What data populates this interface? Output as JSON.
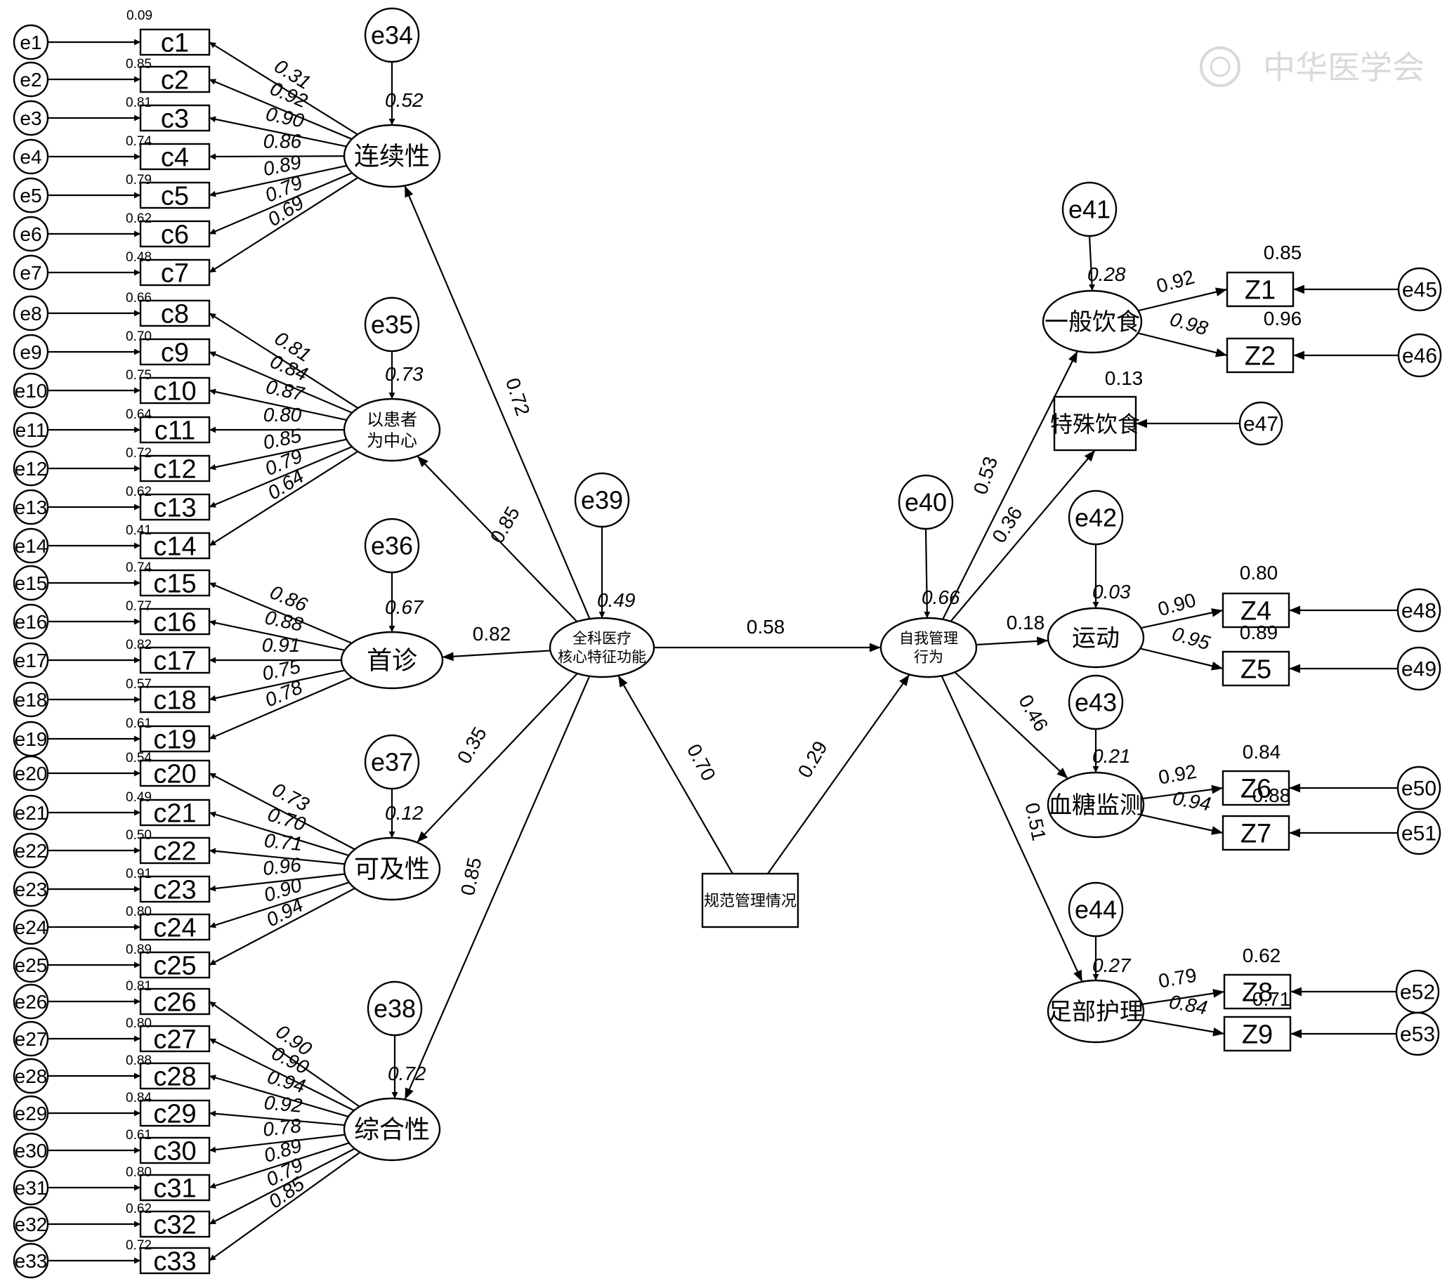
{
  "watermark": "中华医学会",
  "central": {
    "core": {
      "line1": "全科医疗",
      "line2": "核心特征功能",
      "r2": "0.49",
      "error": "e39"
    },
    "self": {
      "line1": "自我管理",
      "line2": "行为",
      "r2": "0.66",
      "error": "e40"
    },
    "mgmt": "规范管理情况"
  },
  "structural_paths": {
    "core_to_self": "0.58",
    "mgmt_to_core": "0.70",
    "mgmt_to_self": "0.29"
  },
  "left_factors": [
    {
      "line1": "连续性",
      "line2": "",
      "error": "e34",
      "r2": "0.52",
      "path": "0.72",
      "items": [
        {
          "name": "c1",
          "err": "e1",
          "loading": "0.31",
          "r2": "0.09"
        },
        {
          "name": "c2",
          "err": "e2",
          "loading": "0.92",
          "r2": "0.85"
        },
        {
          "name": "c3",
          "err": "e3",
          "loading": "0.90",
          "r2": "0.81"
        },
        {
          "name": "c4",
          "err": "e4",
          "loading": "0.86",
          "r2": "0.74"
        },
        {
          "name": "c5",
          "err": "e5",
          "loading": "0.89",
          "r2": "0.79"
        },
        {
          "name": "c6",
          "err": "e6",
          "loading": "0.79",
          "r2": "0.62"
        },
        {
          "name": "c7",
          "err": "e7",
          "loading": "0.69",
          "r2": "0.48"
        }
      ]
    },
    {
      "line1": "以患者",
      "line2": "为中心",
      "error": "e35",
      "r2": "0.73",
      "path": "0.85",
      "items": [
        {
          "name": "c8",
          "err": "e8",
          "loading": "0.81",
          "r2": "0.66"
        },
        {
          "name": "c9",
          "err": "e9",
          "loading": "0.84",
          "r2": "0.70"
        },
        {
          "name": "c10",
          "err": "e10",
          "loading": "0.87",
          "r2": "0.75"
        },
        {
          "name": "c11",
          "err": "e11",
          "loading": "0.80",
          "r2": "0.64"
        },
        {
          "name": "c12",
          "err": "e12",
          "loading": "0.85",
          "r2": "0.72"
        },
        {
          "name": "c13",
          "err": "e13",
          "loading": "0.79",
          "r2": "0.62"
        },
        {
          "name": "c14",
          "err": "e14",
          "loading": "0.64",
          "r2": "0.41"
        }
      ]
    },
    {
      "line1": "首诊",
      "line2": "",
      "error": "e36",
      "r2": "0.67",
      "path": "0.82",
      "items": [
        {
          "name": "c15",
          "err": "e15",
          "loading": "0.86",
          "r2": "0.74"
        },
        {
          "name": "c16",
          "err": "e16",
          "loading": "0.88",
          "r2": "0.77"
        },
        {
          "name": "c17",
          "err": "e17",
          "loading": "0.91",
          "r2": "0.82"
        },
        {
          "name": "c18",
          "err": "e18",
          "loading": "0.75",
          "r2": "0.57"
        },
        {
          "name": "c19",
          "err": "e19",
          "loading": "0.78",
          "r2": "0.61"
        }
      ]
    },
    {
      "line1": "可及性",
      "line2": "",
      "error": "e37",
      "r2": "0.12",
      "path": "0.35",
      "items": [
        {
          "name": "c20",
          "err": "e20",
          "loading": "0.73",
          "r2": "0.54"
        },
        {
          "name": "c21",
          "err": "e21",
          "loading": "0.70",
          "r2": "0.49"
        },
        {
          "name": "c22",
          "err": "e22",
          "loading": "0.71",
          "r2": "0.50"
        },
        {
          "name": "c23",
          "err": "e23",
          "loading": "0.96",
          "r2": "0.91"
        },
        {
          "name": "c24",
          "err": "e24",
          "loading": "0.90",
          "r2": "0.80"
        },
        {
          "name": "c25",
          "err": "e25",
          "loading": "0.94",
          "r2": "0.89"
        }
      ]
    },
    {
      "line1": "综合性",
      "line2": "",
      "error": "e38",
      "r2": "0.72",
      "path": "0.85",
      "items": [
        {
          "name": "c26",
          "err": "e26",
          "loading": "0.90",
          "r2": "0.81"
        },
        {
          "name": "c27",
          "err": "e27",
          "loading": "0.90",
          "r2": "0.80"
        },
        {
          "name": "c28",
          "err": "e28",
          "loading": "0.94",
          "r2": "0.88"
        },
        {
          "name": "c29",
          "err": "e29",
          "loading": "0.92",
          "r2": "0.84"
        },
        {
          "name": "c30",
          "err": "e30",
          "loading": "0.78",
          "r2": "0.61"
        },
        {
          "name": "c31",
          "err": "e31",
          "loading": "0.89",
          "r2": "0.80"
        },
        {
          "name": "c32",
          "err": "e32",
          "loading": "0.79",
          "r2": "0.62"
        },
        {
          "name": "c33",
          "err": "e33",
          "loading": "0.85",
          "r2": "0.72"
        }
      ]
    }
  ],
  "right_factors": [
    {
      "label": "一般饮食",
      "error": "e41",
      "r2": "0.28",
      "path": "0.53",
      "items": [
        {
          "name": "Z1",
          "err": "e45",
          "loading": "0.92",
          "r2": "0.85"
        },
        {
          "name": "Z2",
          "err": "e46",
          "loading": "0.98",
          "r2": "0.96"
        }
      ]
    },
    {
      "label": "运动",
      "error": "e42",
      "r2": "0.03",
      "path": "0.18",
      "items": [
        {
          "name": "Z4",
          "err": "e48",
          "loading": "0.90",
          "r2": "0.80"
        },
        {
          "name": "Z5",
          "err": "e49",
          "loading": "0.95",
          "r2": "0.89"
        }
      ]
    },
    {
      "label": "血糖监测",
      "error": "e43",
      "r2": "0.21",
      "path": "0.46",
      "items": [
        {
          "name": "Z6",
          "err": "e50",
          "loading": "0.92",
          "r2": "0.84"
        },
        {
          "name": "Z7",
          "err": "e51",
          "loading": "0.94",
          "r2": "0.88"
        }
      ]
    },
    {
      "label": "足部护理",
      "error": "e44",
      "r2": "0.27",
      "path": "0.51",
      "items": [
        {
          "name": "Z8",
          "err": "e52",
          "loading": "0.79",
          "r2": "0.62"
        },
        {
          "name": "Z9",
          "err": "e53",
          "loading": "0.84",
          "r2": "0.71"
        }
      ]
    }
  ],
  "special": {
    "label": "特殊饮食",
    "err": "e47",
    "r2": "0.13",
    "path": "0.36"
  }
}
